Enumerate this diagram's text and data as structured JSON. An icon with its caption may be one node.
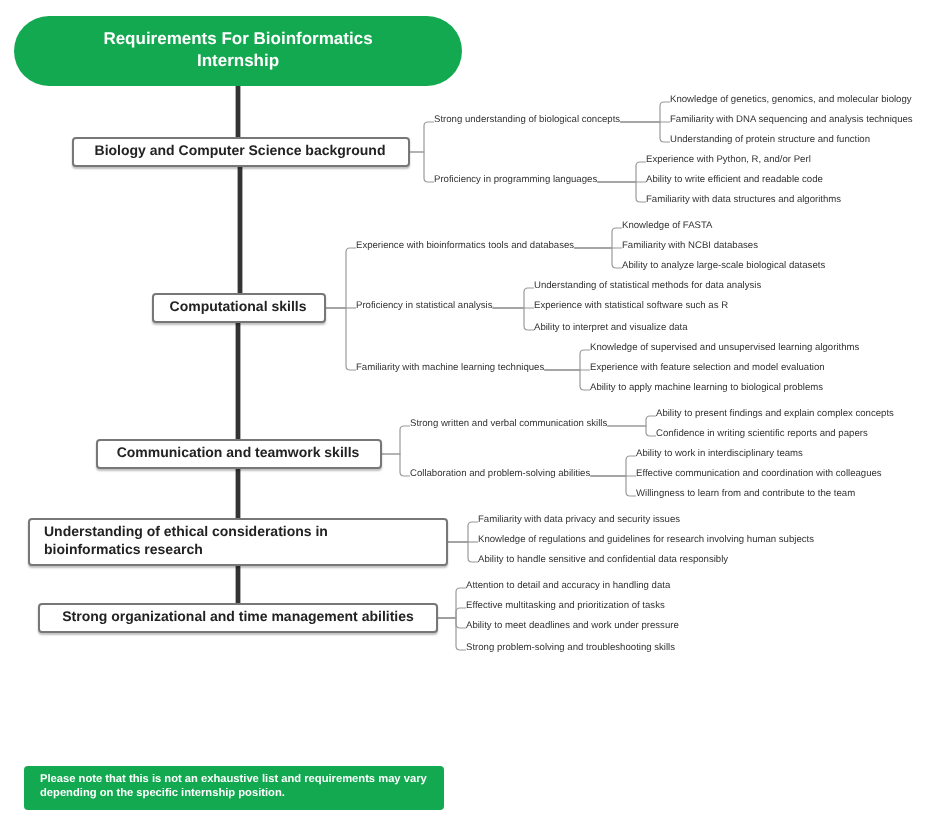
{
  "diagram": {
    "nodes": [
      {
        "text": [
          "Requirements For Bioinformatics Internship"
        ]
      },
      {
        "text": [
          "Biology and Computer Science background"
        ]
      },
      {
        "text": [
          "Strong understanding of biological concepts"
        ]
      },
      {
        "text": [
          "Knowledge of genetics, genomics, and molecular biology"
        ]
      },
      {
        "text": [
          "Familiarity with DNA sequencing and analysis techniques"
        ]
      },
      {
        "text": [
          "Understanding of protein structure and function"
        ]
      },
      {
        "text": [
          "Proficiency in programming languages"
        ]
      },
      {
        "text": [
          "Experience with Python, R, and/or Perl"
        ]
      },
      {
        "text": [
          "Ability to write efficient and readable code"
        ]
      },
      {
        "text": [
          "Familiarity with data structures and algorithms"
        ]
      },
      {
        "text": [
          "Computational skills"
        ]
      },
      {
        "text": [
          "Experience with bioinformatics tools and databases"
        ]
      },
      {
        "text": [
          "Knowledge of FASTA"
        ]
      },
      {
        "text": [
          "Familiarity with NCBI databases"
        ]
      },
      {
        "text": [
          "Ability to analyze large-scale biological datasets"
        ]
      },
      {
        "text": [
          "Proficiency in statistical analysis"
        ]
      },
      {
        "text": [
          "Understanding of statistical methods for data analysis"
        ]
      },
      {
        "text": [
          "Experience with statistical software such as R"
        ]
      },
      {
        "text": [
          "Ability to interpret and visualize data"
        ]
      },
      {
        "text": [
          "Familiarity with machine learning techniques"
        ]
      },
      {
        "text": [
          "Knowledge of supervised and unsupervised learning algorithms"
        ]
      },
      {
        "text": [
          "Experience with feature selection and model evaluation"
        ]
      },
      {
        "text": [
          "Ability to apply machine learning to biological problems"
        ]
      },
      {
        "text": [
          "Communication and teamwork skills"
        ]
      },
      {
        "text": [
          "Strong written and verbal communication skills"
        ]
      },
      {
        "text": [
          "Ability to present findings and explain complex concepts"
        ]
      },
      {
        "text": [
          "Confidence in writing scientific reports and papers"
        ]
      },
      {
        "text": [
          "Collaboration and problem-solving abilities"
        ]
      },
      {
        "text": [
          "Ability to work in interdisciplinary teams"
        ]
      },
      {
        "text": [
          "Effective communication and coordination with colleagues"
        ]
      },
      {
        "text": [
          "Willingness to learn from and contribute to the team"
        ]
      },
      {
        "text": [
          "Understanding of ethical considerations in bioinformatics research"
        ]
      },
      {
        "text": [
          "Familiarity with data privacy and security issues"
        ]
      },
      {
        "text": [
          "Knowledge of regulations and guidelines for research involving human subjects"
        ]
      },
      {
        "text": [
          "Ability to handle sensitive and confidential data responsibly"
        ]
      },
      {
        "text": [
          "Strong organizational and time management abilities"
        ]
      },
      {
        "text": [
          "Attention to detail and accuracy in handling data"
        ]
      },
      {
        "text": [
          "Effective multitasking and prioritization of tasks"
        ]
      },
      {
        "text": [
          "Ability to meet deadlines and work under pressure"
        ]
      },
      {
        "text": [
          "Strong problem-solving and troubleshooting skills"
        ]
      },
      {
        "text": [
          "Please note that this is not an exhaustive list and requirements may vary depending on the specific internship position."
        ]
      }
    ],
    "edges": [
      {
        "from": 0,
        "to": 1,
        "arrow": "none",
        "style": "thick",
        "color": "#333333"
      },
      {
        "from": 1,
        "to": 2,
        "arrow": "none"
      },
      {
        "from": 2,
        "to": 3,
        "arrow": "none"
      },
      {
        "from": 2,
        "to": 4,
        "arrow": "none"
      },
      {
        "from": 2,
        "to": 5,
        "arrow": "none"
      },
      {
        "from": 1,
        "to": 6,
        "arrow": "none"
      },
      {
        "from": 6,
        "to": 7,
        "arrow": "none"
      },
      {
        "from": 6,
        "to": 8,
        "arrow": "none"
      },
      {
        "from": 6,
        "to": 9,
        "arrow": "none"
      },
      {
        "from": 1,
        "to": 10,
        "arrow": "none",
        "style": "thick",
        "color": "#333333"
      },
      {
        "from": 10,
        "to": 11,
        "arrow": "none"
      },
      {
        "from": 11,
        "to": 12,
        "arrow": "none"
      },
      {
        "from": 11,
        "to": 13,
        "arrow": "none"
      },
      {
        "from": 11,
        "to": 14,
        "arrow": "none"
      },
      {
        "from": 10,
        "to": 15,
        "arrow": "none"
      },
      {
        "from": 15,
        "to": 16,
        "arrow": "none"
      },
      {
        "from": 15,
        "to": 17,
        "arrow": "none"
      },
      {
        "from": 15,
        "to": 18,
        "arrow": "none"
      },
      {
        "from": 10,
        "to": 19,
        "arrow": "none"
      },
      {
        "from": 19,
        "to": 20,
        "arrow": "none"
      },
      {
        "from": 19,
        "to": 21,
        "arrow": "none"
      },
      {
        "from": 19,
        "to": 22,
        "arrow": "none"
      },
      {
        "from": 10,
        "to": 23,
        "arrow": "none",
        "style": "thick",
        "color": "#333333"
      },
      {
        "from": 23,
        "to": 24,
        "arrow": "none"
      },
      {
        "from": 24,
        "to": 25,
        "arrow": "none"
      },
      {
        "from": 24,
        "to": 26,
        "arrow": "none"
      },
      {
        "from": 23,
        "to": 27,
        "arrow": "none"
      },
      {
        "from": 27,
        "to": 28,
        "arrow": "none"
      },
      {
        "from": 27,
        "to": 29,
        "arrow": "none"
      },
      {
        "from": 27,
        "to": 30,
        "arrow": "none"
      },
      {
        "from": 23,
        "to": 31,
        "arrow": "none",
        "style": "thick",
        "color": "#333333"
      },
      {
        "from": 31,
        "to": 32,
        "arrow": "none"
      },
      {
        "from": 31,
        "to": 33,
        "arrow": "none"
      },
      {
        "from": 31,
        "to": 34,
        "arrow": "none"
      },
      {
        "from": 31,
        "to": 35,
        "arrow": "none",
        "style": "thick",
        "color": "#333333"
      },
      {
        "from": 35,
        "to": 36,
        "arrow": "none"
      },
      {
        "from": 35,
        "to": 37,
        "arrow": "none"
      },
      {
        "from": 35,
        "to": 38,
        "arrow": "none"
      },
      {
        "from": 35,
        "to": 39,
        "arrow": "none"
      }
    ]
  }
}
